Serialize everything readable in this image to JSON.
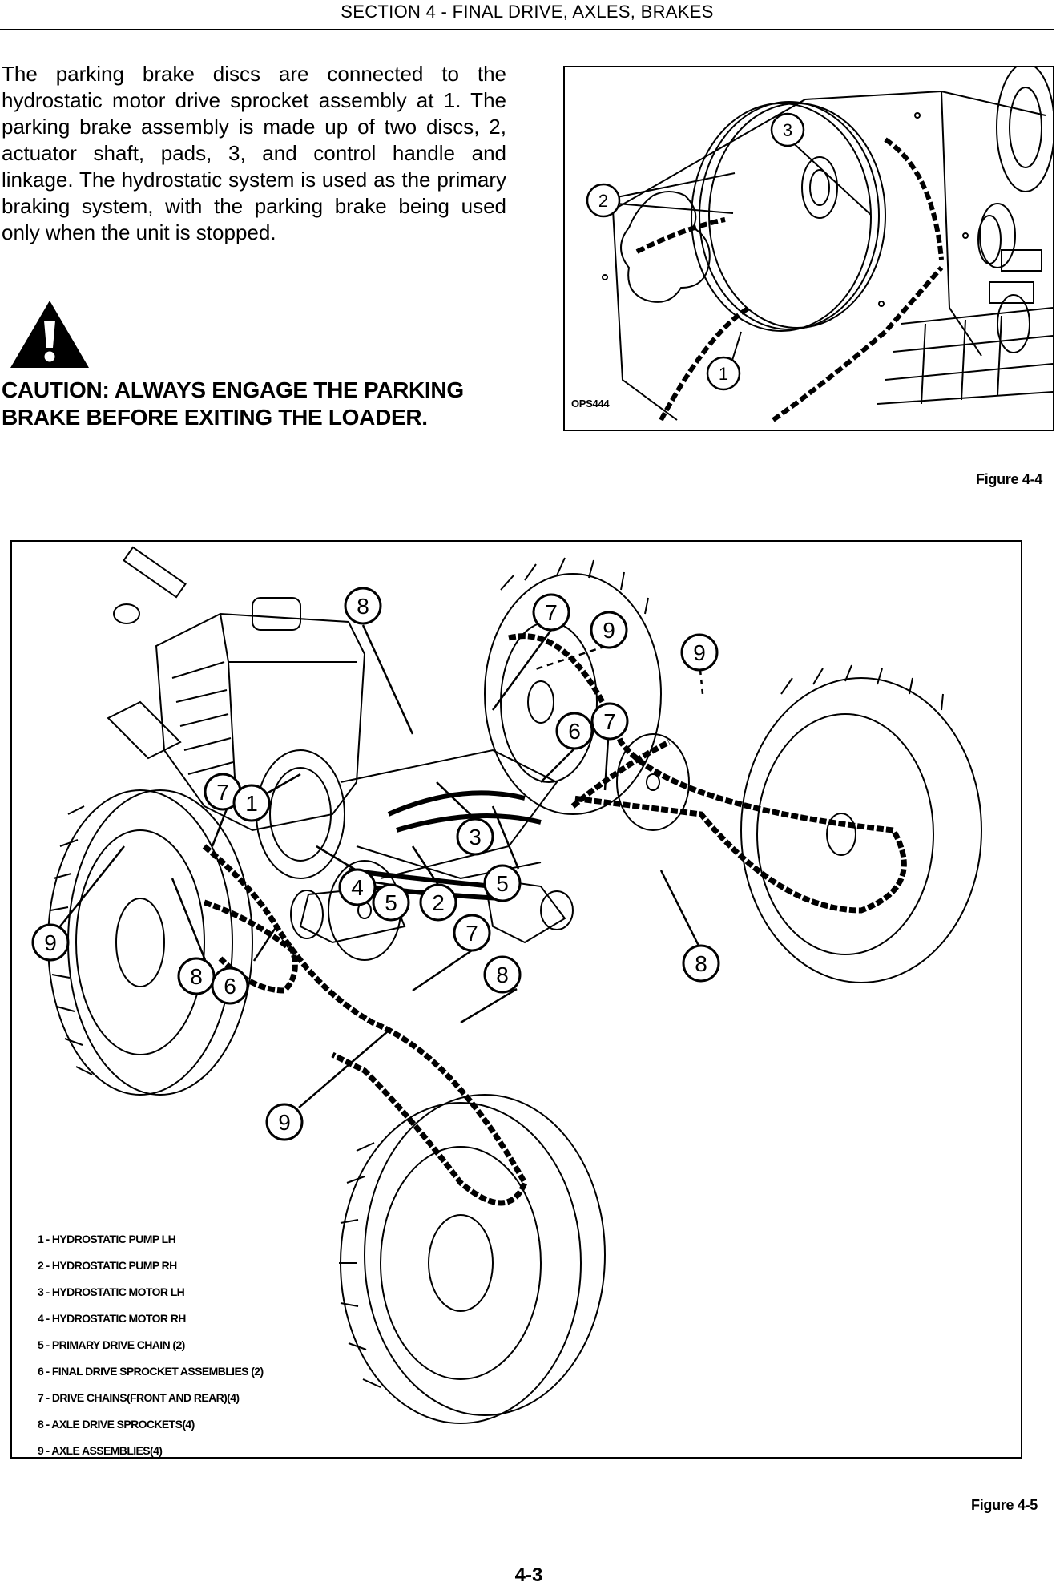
{
  "header": {
    "section_title": "SECTION 4 - FINAL DRIVE, AXLES, BRAKES"
  },
  "body": {
    "paragraph": "The parking brake discs are connected to the hydrostatic motor drive sprocket assembly at 1. The parking brake assembly is made up of two discs, 2, actuator shaft, pads, 3, and control handle and linkage. The hydrostatic system is used as the primary braking system, with the parking brake being used only when the unit is stopped.",
    "caution": "CAUTION: ALWAYS ENGAGE THE PARKING BRAKE BEFORE EXITING THE LOADER."
  },
  "figure_4_4": {
    "caption": "Figure 4-4",
    "code": "OPS444",
    "callouts": [
      "1",
      "2",
      "3"
    ]
  },
  "figure_4_5": {
    "caption": "Figure 4-5",
    "callouts": {
      "c1": "1",
      "c2": "2",
      "c3": "3",
      "c4": "4",
      "c5a": "5",
      "c5b": "5",
      "c6a": "6",
      "c6b": "6",
      "c7a": "7",
      "c7b": "7",
      "c7c": "7",
      "c7d": "7",
      "c8a": "8",
      "c8b": "8",
      "c8c": "8",
      "c8d": "8",
      "c9a": "9",
      "c9b": "9",
      "c9c": "9",
      "c9d": "9"
    },
    "legend": [
      "1 - HYDROSTATIC PUMP LH",
      "2 - HYDROSTATIC PUMP RH",
      "3 - HYDROSTATIC MOTOR LH",
      "4 - HYDROSTATIC MOTOR RH",
      "5 - PRIMARY DRIVE CHAIN (2)",
      "6 - FINAL DRIVE SPROCKET ASSEMBLIES (2)",
      "7 - DRIVE CHAINS(FRONT AND REAR)(4)",
      "8 - AXLE DRIVE SPROCKETS(4)",
      "9 - AXLE ASSEMBLIES(4)"
    ]
  },
  "footer": {
    "page_number": "4-3"
  }
}
